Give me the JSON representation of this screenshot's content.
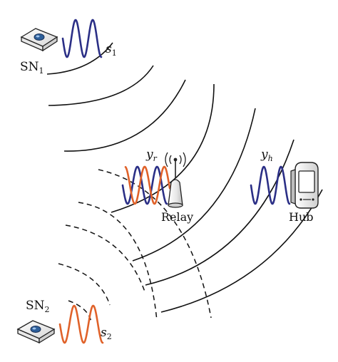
{
  "labels": {
    "sn1": "SN",
    "sn1_sub": "1",
    "sn2": "SN",
    "sn2_sub": "2",
    "s1": "s",
    "s1_sub": "1",
    "s2": "s",
    "s2_sub": "2",
    "yr": "y",
    "yr_sub": "r",
    "yh": "y",
    "yh_sub": "h",
    "relay": "Relay",
    "hub": "Hub"
  },
  "colors": {
    "signal_blue": "#2b2f86",
    "signal_orange": "#e0622a",
    "line": "#111111"
  }
}
